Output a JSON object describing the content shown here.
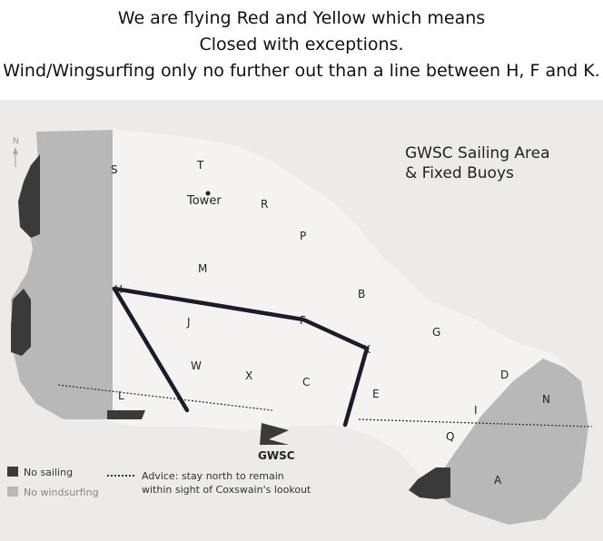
{
  "header": {
    "line1": "We are flying Red and Yellow which means",
    "line2": "Closed with exceptions.",
    "line3": "Wind/Wingsurfing only no further out than a line between H, F and K."
  },
  "map": {
    "title_line1": "GWSC Sailing Area",
    "title_line2": "& Fixed Buoys",
    "north_label": "N",
    "tower_label": "Tower",
    "gwsc_label": "GWSC",
    "buoys": [
      "S",
      "T",
      "R",
      "P",
      "M",
      "H",
      "J",
      "F",
      "B",
      "G",
      "K",
      "W",
      "X",
      "C",
      "E",
      "D",
      "N",
      "L",
      "I",
      "Q",
      "A"
    ]
  },
  "legend": {
    "no_sailing": "No sailing",
    "no_windsurfing": "No windsurfing",
    "advice_line1": "Advice: stay north to remain",
    "advice_line2": "within sight of Coxswain's lookout"
  },
  "colors": {
    "no_sailing": "#3a3a3a",
    "no_windsurfing": "#b8b8b8",
    "water": "#f4f3f1",
    "limit_line": "#1e1a2a"
  }
}
